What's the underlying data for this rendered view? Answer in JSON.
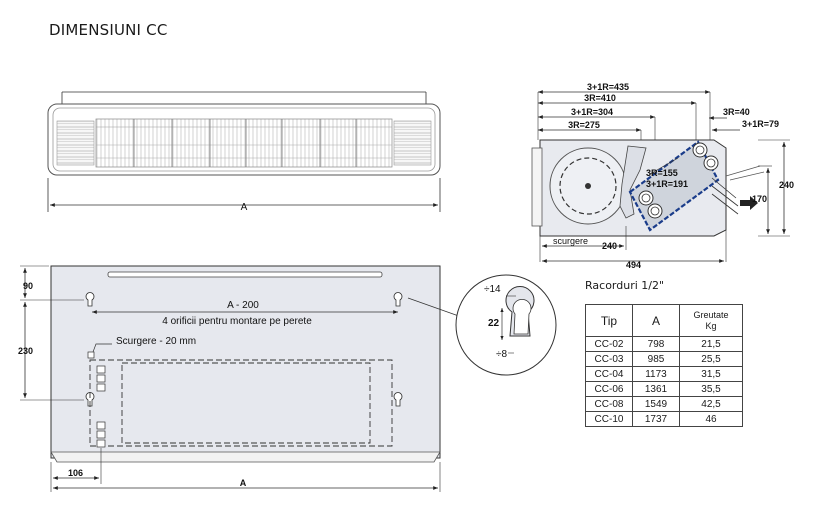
{
  "title": "DIMENSIUNI CC",
  "front_view": {
    "width_label": "A"
  },
  "side_view": {
    "dims": {
      "d435": "3+1R=435",
      "d410": "3R=410",
      "d304": "3+1R=304",
      "d275": "3R=275",
      "d40": "3R=40",
      "d79": "3+1R=79",
      "d155": "3R=155",
      "d191": "3+1R=191",
      "d240_right": "240",
      "d170": "170",
      "scurgere": "scurgere",
      "d240_bottom": "240",
      "d494": "494"
    }
  },
  "bottom_view": {
    "dims": {
      "d90": "90",
      "d230": "230",
      "a200": "A - 200",
      "orificii": "4  orificii pentru montare pe perete",
      "scurgere": "Scurgere - 20 mm",
      "d106": "106",
      "a": "A"
    }
  },
  "keyhole": {
    "d14": "÷14",
    "d22": "22",
    "d8": "÷8"
  },
  "racorduri": "Racorduri 1/2\"",
  "table": {
    "headers": [
      "Tip",
      "A",
      "Greutate\nKg"
    ],
    "rows": [
      [
        "CC-02",
        "798",
        "21,5"
      ],
      [
        "CC-03",
        "985",
        "25,5"
      ],
      [
        "CC-04",
        "1173",
        "31,5"
      ],
      [
        "CC-06",
        "1361",
        "35,5"
      ],
      [
        "CC-08",
        "1549",
        "42,5"
      ],
      [
        "CC-10",
        "1737",
        "46"
      ]
    ]
  }
}
